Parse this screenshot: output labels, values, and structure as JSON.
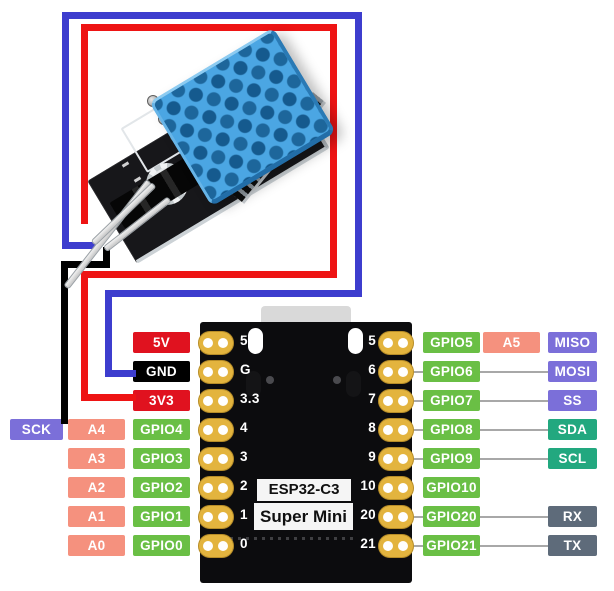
{
  "colors": {
    "red": "#e0121f",
    "black": "#000000",
    "green": "#6abf45",
    "salmon": "#f5917e",
    "purple": "#7b6fd9",
    "teal": "#22a87f",
    "slate": "#5e6b7a",
    "board_black": "#0c0c0e",
    "pad_gold": "#e3b43e",
    "usb_gray": "#d9d9d9",
    "connector_line_gray": "#a8a8a8",
    "sensor_blue": "#4ba6e3",
    "module_pcb": "#17171a",
    "pin_silver": "#f2f2f2"
  },
  "module": {
    "name": "DHT11 sensor module photo"
  },
  "wires": [
    {
      "id": "red",
      "color": "#ee1414",
      "connects": "module pin to 3V3"
    },
    {
      "id": "blue",
      "color": "#3d3dce",
      "connects": "module pin to GND"
    },
    {
      "id": "black",
      "color": "#000000",
      "connects": "module pin to SCK / A4 / GPIO4"
    }
  ],
  "board": {
    "title_line1": "ESP32-C3",
    "title_line2": "Super Mini",
    "left_pins": [
      {
        "outer": "",
        "outer_color": "",
        "analog": "",
        "label": "5V",
        "label_color": "red",
        "silk": "5V"
      },
      {
        "outer": "",
        "outer_color": "",
        "analog": "",
        "label": "GND",
        "label_color": "black",
        "silk": "G"
      },
      {
        "outer": "",
        "outer_color": "",
        "analog": "",
        "label": "3V3",
        "label_color": "red",
        "silk": "3.3"
      },
      {
        "outer": "SCK",
        "outer_color": "purple",
        "analog": "A4",
        "label": "GPIO4",
        "label_color": "green",
        "silk": "4"
      },
      {
        "outer": "",
        "outer_color": "",
        "analog": "A3",
        "label": "GPIO3",
        "label_color": "green",
        "silk": "3"
      },
      {
        "outer": "",
        "outer_color": "",
        "analog": "A2",
        "label": "GPIO2",
        "label_color": "green",
        "silk": "2"
      },
      {
        "outer": "",
        "outer_color": "",
        "analog": "A1",
        "label": "GPIO1",
        "label_color": "green",
        "silk": "1"
      },
      {
        "outer": "",
        "outer_color": "",
        "analog": "A0",
        "label": "GPIO0",
        "label_color": "green",
        "silk": "0"
      }
    ],
    "right_pins": [
      {
        "silk": "5",
        "label": "GPIO5",
        "label_color": "green",
        "analog": "A5",
        "outer": "MISO",
        "outer_color": "purple",
        "line": false
      },
      {
        "silk": "6",
        "label": "GPIO6",
        "label_color": "green",
        "analog": "",
        "outer": "MOSI",
        "outer_color": "purple",
        "line": true
      },
      {
        "silk": "7",
        "label": "GPIO7",
        "label_color": "green",
        "analog": "",
        "outer": "SS",
        "outer_color": "purple",
        "line": true
      },
      {
        "silk": "8",
        "label": "GPIO8",
        "label_color": "green",
        "analog": "",
        "outer": "SDA",
        "outer_color": "teal",
        "line": true
      },
      {
        "silk": "9",
        "label": "GPIO9",
        "label_color": "green",
        "analog": "",
        "outer": "SCL",
        "outer_color": "teal",
        "line": true
      },
      {
        "silk": "10",
        "label": "GPIO10",
        "label_color": "green",
        "analog": "",
        "outer": "",
        "outer_color": "",
        "line": false
      },
      {
        "silk": "20",
        "label": "GPIO20",
        "label_color": "green",
        "analog": "",
        "outer": "RX",
        "outer_color": "slate",
        "line": true
      },
      {
        "silk": "21",
        "label": "GPIO21",
        "label_color": "green",
        "analog": "",
        "outer": "TX",
        "outer_color": "slate",
        "line": true
      }
    ]
  }
}
